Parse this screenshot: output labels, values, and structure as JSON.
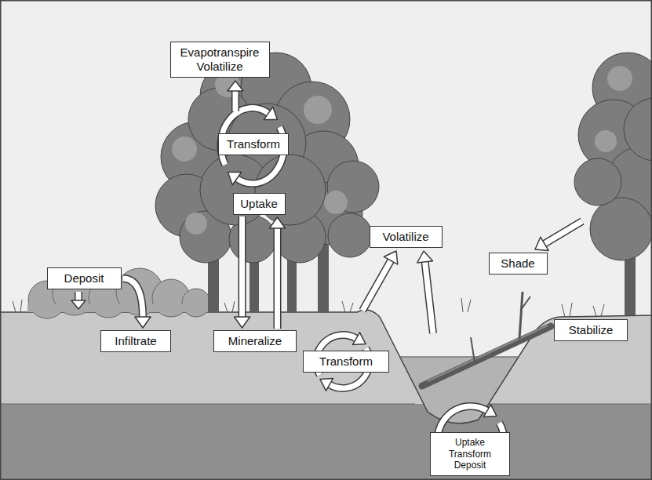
{
  "diagram": {
    "nodes": [
      {
        "text": [
          "Evapotranspire Volatilize"
        ]
      },
      {
        "text": [
          "Transform"
        ]
      },
      {
        "text": [
          "Uptake"
        ]
      },
      {
        "text": [
          "Volatilize"
        ]
      },
      {
        "text": [
          "Shade"
        ]
      },
      {
        "text": [
          "Deposit"
        ]
      },
      {
        "text": [
          "Infiltrate"
        ]
      },
      {
        "text": [
          "Mineralize"
        ]
      },
      {
        "text": [
          "Stabilize"
        ]
      },
      {
        "text": [
          "Transform"
        ]
      },
      {
        "text": [
          "Uptake Transform Deposit"
        ]
      }
    ],
    "edges": [
      {
        "from": 5,
        "to": 6,
        "arrow": "to"
      },
      {
        "from": 2,
        "to": 7,
        "arrow": "to"
      },
      {
        "from": 7,
        "to": 2,
        "arrow": "to"
      }
    ]
  }
}
